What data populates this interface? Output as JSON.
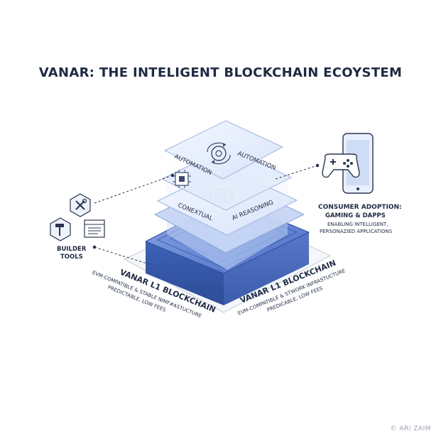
{
  "title": "VANAR: THE INTELIGENT BLOCKCHAIN ECOYSTEM",
  "layers": {
    "top": {
      "left_label": "AUTOMATION",
      "right_label": "AUTOMATION"
    },
    "middle": {
      "left_label": "CONEXTUAL",
      "right_label": "AI REASONING"
    }
  },
  "builder": {
    "label_line1": "BUILDER",
    "label_line2": "TOOLS"
  },
  "left_base": {
    "heading": "VANAR L1 BLOCKCHAIN",
    "line1": "EVM-COMPATIBLE & STABLE NIMF#ASTUCTURE",
    "line2": "PREDICTABLE, LOW FEES"
  },
  "right_base": {
    "heading": "VANAR L1 BLOCKCHAIN",
    "line1": "EVM-COMPATIBLE & STWORK INFRASTUCTURE",
    "line2": "PREDICABLE, LOW FEES"
  },
  "consumer": {
    "line1": "CONSUMER ADOPTION:",
    "line2": "GAMING & DAPPS",
    "line3": "ENABLING INTELLIGENT,",
    "line4": "PERSONAZIED APPLICATIONS"
  },
  "watermark": "© ARI ZAIM",
  "colors": {
    "ink": "#1f2a44",
    "base_front": "#3f63b8",
    "base_top": "#6f8fd8",
    "layer_fill": "#e6eefb",
    "layer_stroke": "#9db3df",
    "glow": "#cfe0ff"
  },
  "icons": [
    "gear-icon",
    "chip-icon",
    "brain-icon",
    "wrench-icon",
    "hammer-icon",
    "browser-window-icon",
    "smartphone-icon",
    "gamepad-icon"
  ]
}
